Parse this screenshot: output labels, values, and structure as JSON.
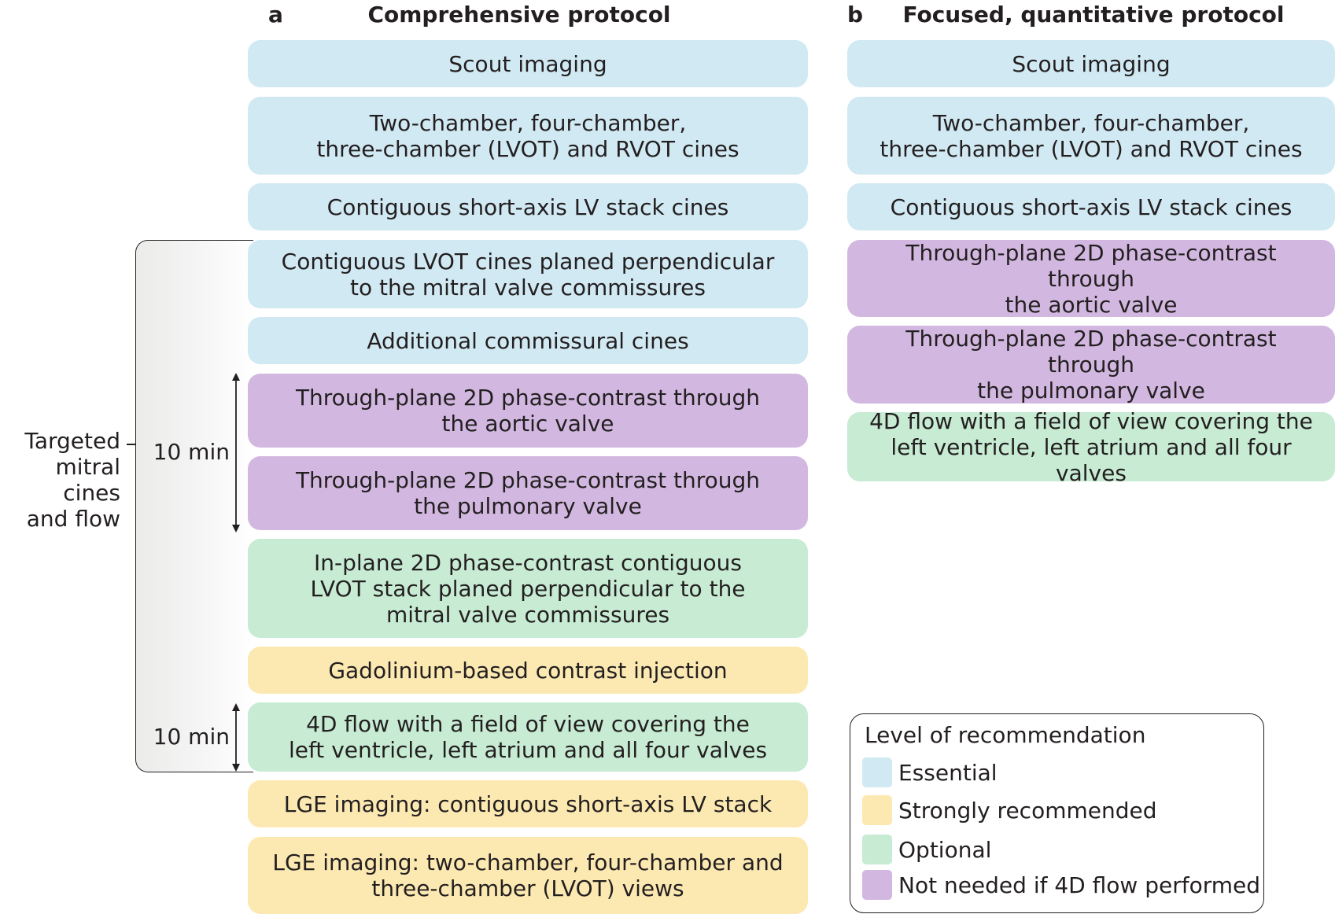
{
  "panel_a": {
    "letter": "a",
    "title": "Comprehensive protocol",
    "steps": [
      {
        "text": "Scout imaging",
        "level": "essential"
      },
      {
        "text": "Two-chamber, four-chamber,\nthree-chamber (LVOT) and RVOT cines",
        "level": "essential"
      },
      {
        "text": "Contiguous short-axis LV stack cines",
        "level": "essential"
      },
      {
        "text": "Contiguous LVOT cines planed perpendicular\nto the mitral valve commissures",
        "level": "essential"
      },
      {
        "text": "Additional commissural cines",
        "level": "essential"
      },
      {
        "text": "Through-plane 2D phase-contrast through\nthe aortic valve",
        "level": "notneeded"
      },
      {
        "text": "Through-plane 2D phase-contrast through\nthe pulmonary valve",
        "level": "notneeded"
      },
      {
        "text": "In-plane 2D phase-contrast contiguous\nLVOT stack planed perpendicular to the\nmitral valve commissures",
        "level": "optional"
      },
      {
        "text": "Gadolinium-based contrast injection",
        "level": "strong"
      },
      {
        "text": "4D flow with a field of view covering the\nleft ventricle, left atrium and all four valves",
        "level": "optional"
      },
      {
        "text": "LGE imaging: contiguous short-axis LV stack",
        "level": "strong"
      },
      {
        "text": "LGE imaging: two-chamber, four-chamber and\nthree-chamber (LVOT) views",
        "level": "strong"
      }
    ],
    "bracket_label": "Targeted\nmitral cines\nand flow",
    "time_labels": [
      "10 min",
      "10 min"
    ]
  },
  "panel_b": {
    "letter": "b",
    "title": "Focused, quantitative protocol",
    "steps": [
      {
        "text": "Scout imaging",
        "level": "essential"
      },
      {
        "text": "Two-chamber, four-chamber,\nthree-chamber (LVOT) and RVOT cines",
        "level": "essential"
      },
      {
        "text": "Contiguous short-axis LV stack cines",
        "level": "essential"
      },
      {
        "text": "Through-plane 2D phase-contrast through\nthe aortic valve",
        "level": "notneeded"
      },
      {
        "text": "Through-plane 2D phase-contrast through\nthe pulmonary valve",
        "level": "notneeded"
      },
      {
        "text": "4D flow with a field of view covering the\nleft ventricle, left atrium and all four valves",
        "level": "optional"
      }
    ]
  },
  "legend": {
    "title": "Level of recommendation",
    "items": [
      {
        "label": "Essential",
        "color": "#d1e9f3"
      },
      {
        "label": "Strongly recommended",
        "color": "#fce9b2"
      },
      {
        "label": "Optional",
        "color": "#c7ebd3"
      },
      {
        "label": "Not needed if 4D flow performed",
        "color": "#d2b8e0"
      }
    ]
  },
  "colors": {
    "essential": "#d1e9f3",
    "strong": "#fce9b2",
    "optional": "#c7ebd3",
    "notneeded": "#d2b8e0",
    "text": "#231f20"
  }
}
